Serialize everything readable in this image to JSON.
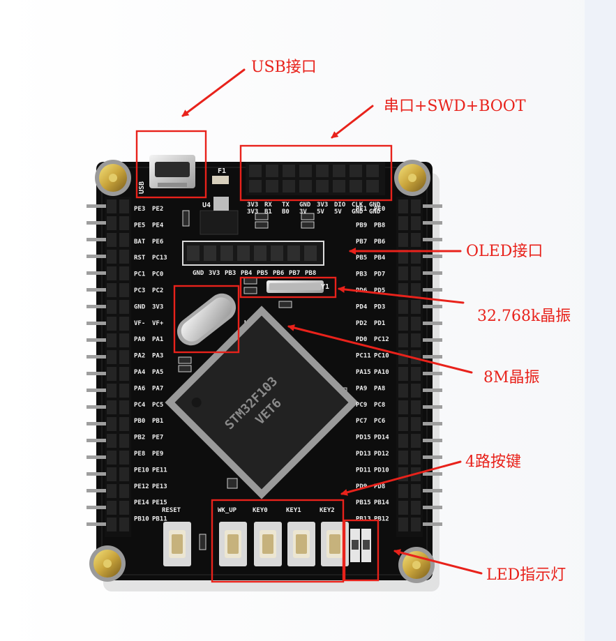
{
  "annotations": {
    "usb": "USB接口",
    "serial": "串口+SWD+BOOT",
    "oled": "OLED接口",
    "rtc_crystal": "32.768k晶振",
    "main_crystal": "8M晶振",
    "keys": "4路按键",
    "led": "LED指示灯"
  },
  "board": {
    "usb_side_label": "USB",
    "fuse_label": "F1",
    "regulator_label": "U4",
    "mcu_label": "U1",
    "rtc_crystal_label": "Y1",
    "header_top_row1": [
      "3V3",
      "RX",
      "TX",
      "GND",
      "3V3",
      "DIO",
      "CLK",
      "GND"
    ],
    "header_top_row2": [
      "3V3",
      "B1",
      "B0",
      "3V",
      "5V",
      "5V",
      "GND",
      "GND"
    ],
    "oled_pins": [
      "GND",
      "3V3",
      "PB3",
      "PB4",
      "PB5",
      "PB6",
      "PB7",
      "PB8"
    ],
    "left_pins": [
      [
        "PE3",
        "PE2"
      ],
      [
        "PE5",
        "PE4"
      ],
      [
        "BAT",
        "PE6"
      ],
      [
        "RST",
        "PC13"
      ],
      [
        "PC1",
        "PC0"
      ],
      [
        "PC3",
        "PC2"
      ],
      [
        "GND",
        "3V3"
      ],
      [
        "VF-",
        "VF+"
      ],
      [
        "PA0",
        "PA1"
      ],
      [
        "PA2",
        "PA3"
      ],
      [
        "PA4",
        "PA5"
      ],
      [
        "PA6",
        "PA7"
      ],
      [
        "PC4",
        "PC5"
      ],
      [
        "PB0",
        "PB1"
      ],
      [
        "PB2",
        "PE7"
      ],
      [
        "PE8",
        "PE9"
      ],
      [
        "PE10",
        "PE11"
      ],
      [
        "PE12",
        "PE13"
      ],
      [
        "PE14",
        "PE15"
      ],
      [
        "PB10",
        "PB11"
      ]
    ],
    "right_pins": [
      [
        "PE1",
        "PE0"
      ],
      [
        "PB9",
        "PB8"
      ],
      [
        "PB7",
        "PB6"
      ],
      [
        "PB5",
        "PB4"
      ],
      [
        "PB3",
        "PD7"
      ],
      [
        "PD6",
        "PD5"
      ],
      [
        "PD4",
        "PD3"
      ],
      [
        "PD2",
        "PD1"
      ],
      [
        "PD0",
        "PC12"
      ],
      [
        "PC11",
        "PC10"
      ],
      [
        "PA15",
        "PA10"
      ],
      [
        "PA9",
        "PA8"
      ],
      [
        "PC9",
        "PC8"
      ],
      [
        "PC7",
        "PC6"
      ],
      [
        "PD15",
        "PD14"
      ],
      [
        "PD13",
        "PD12"
      ],
      [
        "PD11",
        "PD10"
      ],
      [
        "PD9",
        "PD8"
      ],
      [
        "PB15",
        "PB14"
      ],
      [
        "PB13",
        "PB12"
      ]
    ],
    "button_labels": [
      "RESET",
      "WK_UP",
      "KEY0",
      "KEY1",
      "KEY2"
    ],
    "chip_marking_line1": "STM32F103",
    "chip_marking_line2": "VET6"
  },
  "colors": {
    "annotation": "#e8221b",
    "board": "#0d0d0d",
    "background_right": "#eef2f9"
  }
}
